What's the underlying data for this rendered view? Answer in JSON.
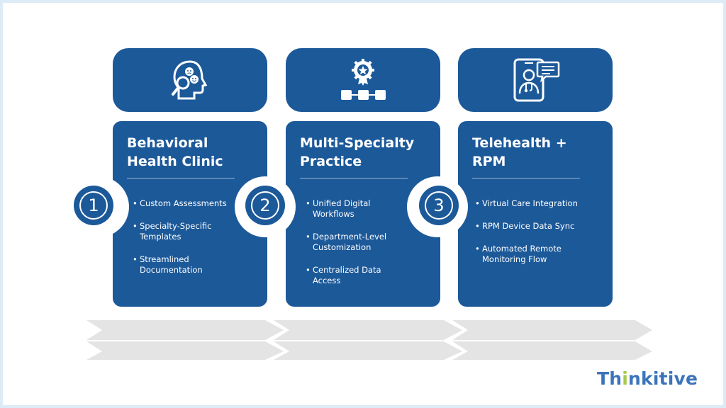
{
  "cards": [
    {
      "number": "1",
      "icon": "mental-health-icon",
      "title": "Behavioral\nHealth Clinic",
      "items": [
        "Custom Assessments",
        "Specialty-Specific Templates",
        "Streamlined Documentation"
      ]
    },
    {
      "number": "2",
      "icon": "workflow-badge-icon",
      "title": "Multi-Specialty\nPractice",
      "items": [
        "Unified Digital Workflows",
        "Department-Level Customization",
        "Centralized Data Access"
      ]
    },
    {
      "number": "3",
      "icon": "telehealth-doctor-icon",
      "title": "Telehealth  + RPM",
      "items": [
        "Virtual Care Integration",
        "RPM Device Data Sync",
        "Automated Remote Monitoring Flow"
      ]
    }
  ],
  "logo": {
    "part1": "Th",
    "accent": "i",
    "part2": "nkitive"
  },
  "colors": {
    "primary": "#1c5999",
    "arrow": "#e4e4e4",
    "logo": "#3b74ba",
    "logo_accent": "#a6c94a"
  }
}
